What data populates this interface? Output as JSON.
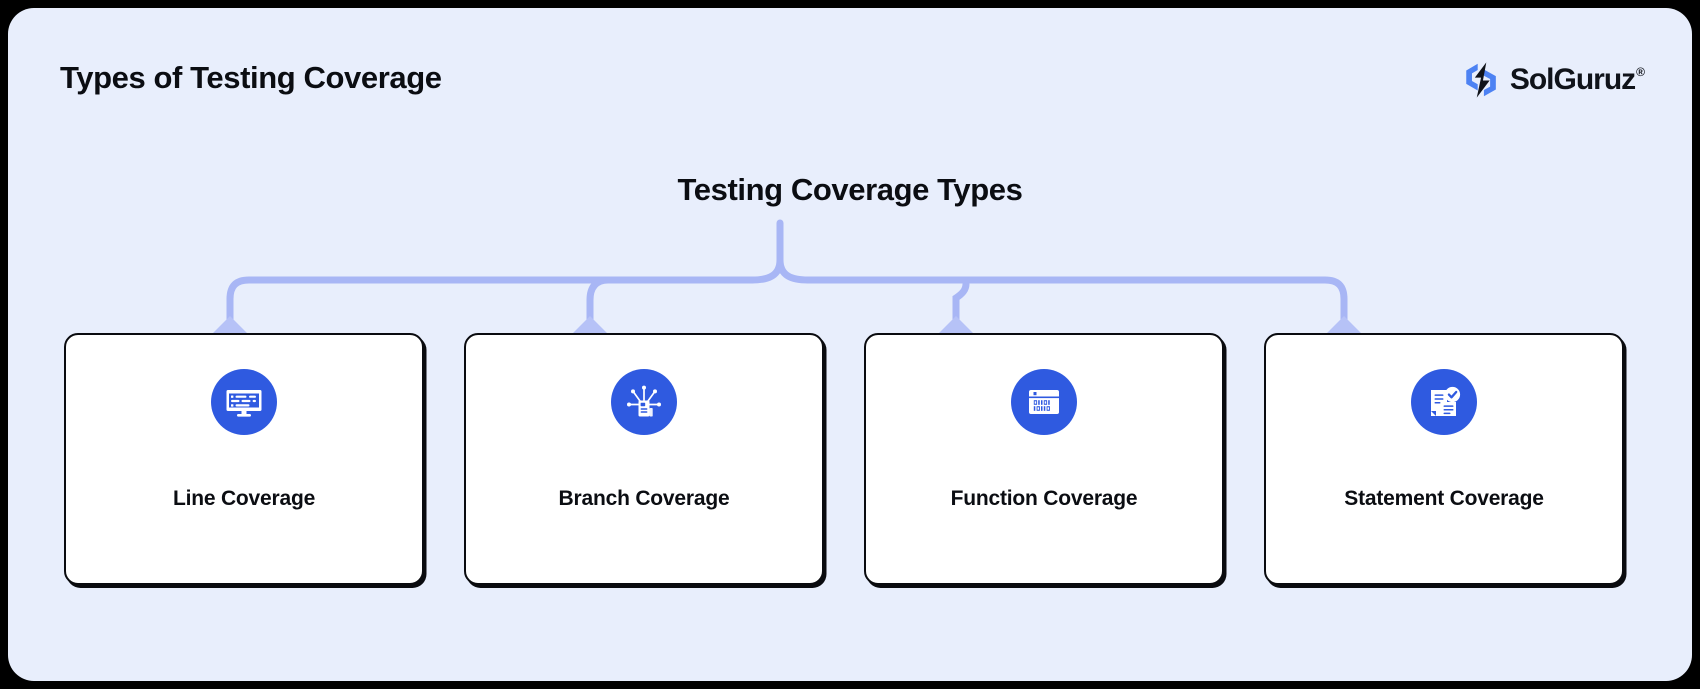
{
  "header": {
    "title": "Types of Testing Coverage",
    "brand": {
      "name": "SolGuruz",
      "registered_mark": "®",
      "logo_icon": "solguruz-hexagon-logo-icon"
    }
  },
  "diagram": {
    "center_heading": "Testing Coverage Types",
    "connector_color": "#a8b6f5",
    "node_marker": "diamond",
    "cards": [
      {
        "id": "line-coverage",
        "label": "Line Coverage",
        "icon": "monitor-code-lines-icon"
      },
      {
        "id": "branch-coverage",
        "label": "Branch Coverage",
        "icon": "branching-nodes-document-icon"
      },
      {
        "id": "function-coverage",
        "label": "Function Coverage",
        "icon": "browser-window-binary-icon"
      },
      {
        "id": "statement-coverage",
        "label": "Statement Coverage",
        "icon": "document-check-badge-icon"
      }
    ]
  },
  "colors": {
    "panel_background": "#e8eefc",
    "outer_background": "#000000",
    "card_background": "#ffffff",
    "card_border": "#0a0b0f",
    "icon_badge": "#2f5ae0",
    "text_primary": "#0b0d12",
    "connector": "#a8b6f5",
    "brand_blue": "#4d82f3"
  }
}
